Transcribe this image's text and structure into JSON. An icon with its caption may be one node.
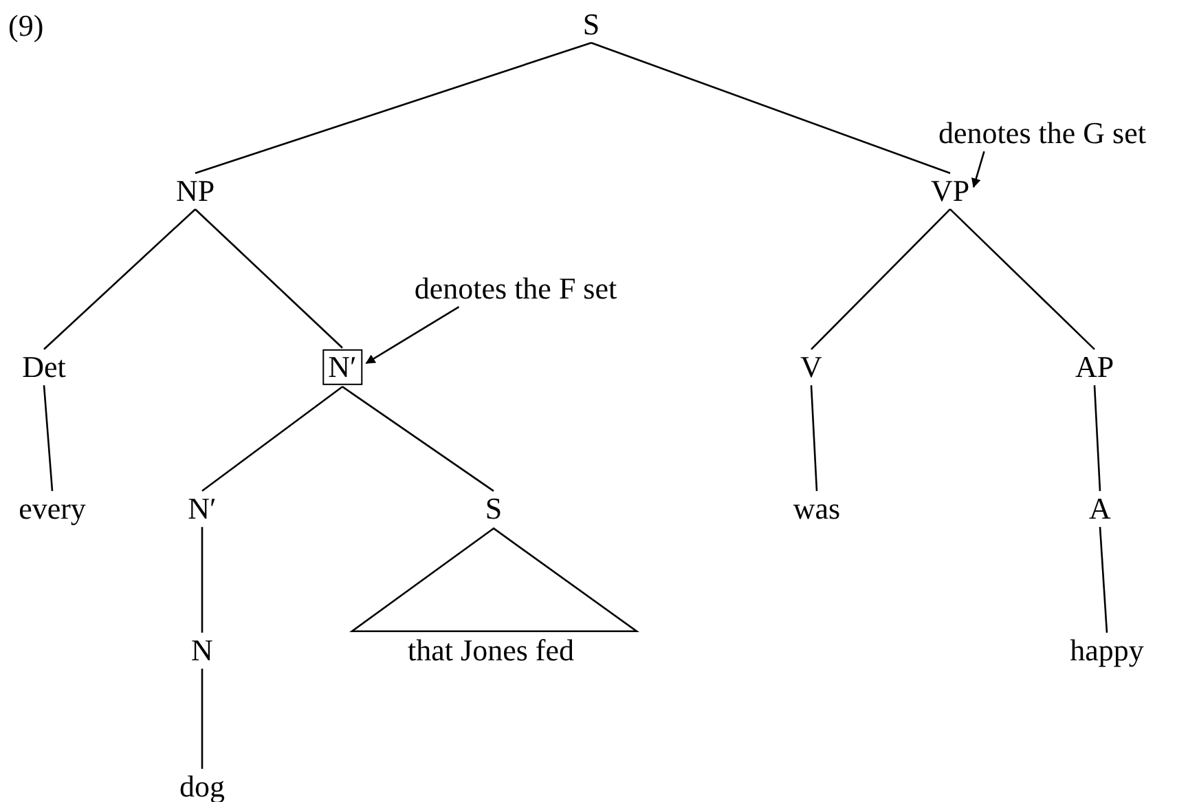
{
  "diagram": {
    "nodes": [
      {
        "text": [
          "S"
        ]
      },
      {
        "text": [
          "NP"
        ]
      },
      {
        "text": [
          "VP"
        ]
      },
      {
        "text": [
          "Det"
        ]
      },
      {
        "text": [
          "N′"
        ]
      },
      {
        "text": [
          "V"
        ]
      },
      {
        "text": [
          "AP"
        ]
      },
      {
        "text": [
          "every"
        ]
      },
      {
        "text": [
          "N′"
        ]
      },
      {
        "text": [
          "S"
        ]
      },
      {
        "text": [
          "was"
        ]
      },
      {
        "text": [
          "A"
        ]
      },
      {
        "text": [
          "N"
        ]
      },
      {
        "text": [
          "that Jones fed"
        ]
      },
      {
        "text": [
          "happy"
        ]
      },
      {
        "text": [
          "dog"
        ]
      },
      {
        "text": [
          "denotes the F set"
        ]
      },
      {
        "text": [
          "denotes the G set"
        ]
      }
    ],
    "edges": [
      {
        "from": 0,
        "to": 1,
        "arrow": "none"
      },
      {
        "from": 0,
        "to": 2,
        "arrow": "none"
      },
      {
        "from": 1,
        "to": 3,
        "arrow": "none"
      },
      {
        "from": 1,
        "to": 4,
        "arrow": "none"
      },
      {
        "from": 2,
        "to": 5,
        "arrow": "none"
      },
      {
        "from": 2,
        "to": 6,
        "arrow": "none"
      },
      {
        "from": 3,
        "to": 7,
        "arrow": "none"
      },
      {
        "from": 4,
        "to": 8,
        "arrow": "none"
      },
      {
        "from": 4,
        "to": 9,
        "arrow": "none"
      },
      {
        "from": 5,
        "to": 10,
        "arrow": "none"
      },
      {
        "from": 6,
        "to": 11,
        "arrow": "none"
      },
      {
        "from": 8,
        "to": 12,
        "arrow": "none"
      },
      {
        "from": 9,
        "to": 13,
        "arrow": "none"
      },
      {
        "from": 11,
        "to": 14,
        "arrow": "none"
      },
      {
        "from": 12,
        "to": 15,
        "arrow": "none"
      },
      {
        "from": 16,
        "to": 4,
        "arrow": "to"
      },
      {
        "from": 17,
        "to": 2,
        "arrow": "to"
      }
    ],
    "labels": [
      "(9)"
    ]
  }
}
